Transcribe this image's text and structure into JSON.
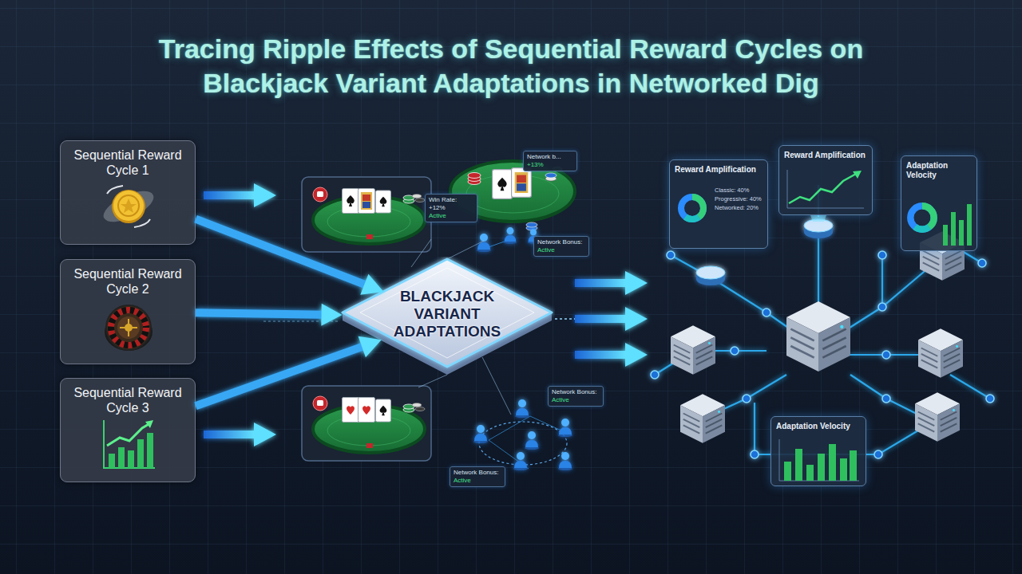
{
  "diagram": {
    "title": "Tracing Ripple Effects of Sequential Reward Cycles on Blackjack Variant Adaptations in Networked Dig",
    "nodes": [
      {
        "text": [
          "Sequential Reward Cycle 1"
        ]
      },
      {
        "text": [
          "Sequential Reward Cycle 2"
        ]
      },
      {
        "text": [
          "Sequential Reward Cycle 3"
        ]
      },
      {
        "text": [
          "BLACKJACK VARIANT ADAPTATIONS"
        ]
      },
      {
        "text": [
          "Win Rate: +12%",
          "Active"
        ]
      },
      {
        "text": [
          "Network b...",
          "+13%"
        ]
      },
      {
        "text": [
          "Network Bonus:",
          "Active"
        ]
      },
      {
        "text": [
          "Network Bonus:",
          "Active"
        ]
      },
      {
        "text": [
          "Network Bonus:",
          "Active"
        ]
      },
      {
        "text": [
          "Reward Amplification",
          "Classic: 40%",
          "Progressive: 40%",
          "Networked: 20%"
        ]
      },
      {
        "text": [
          "Reward Amplification"
        ]
      },
      {
        "text": [
          "Adaptation Velocity"
        ]
      },
      {
        "text": [
          "Adaptation Velocity"
        ]
      }
    ],
    "edges": [
      {
        "from": 0,
        "to": 3,
        "arrow": "to"
      },
      {
        "from": 1,
        "to": 3,
        "arrow": "to"
      },
      {
        "from": 2,
        "to": 3,
        "arrow": "to"
      }
    ]
  }
}
